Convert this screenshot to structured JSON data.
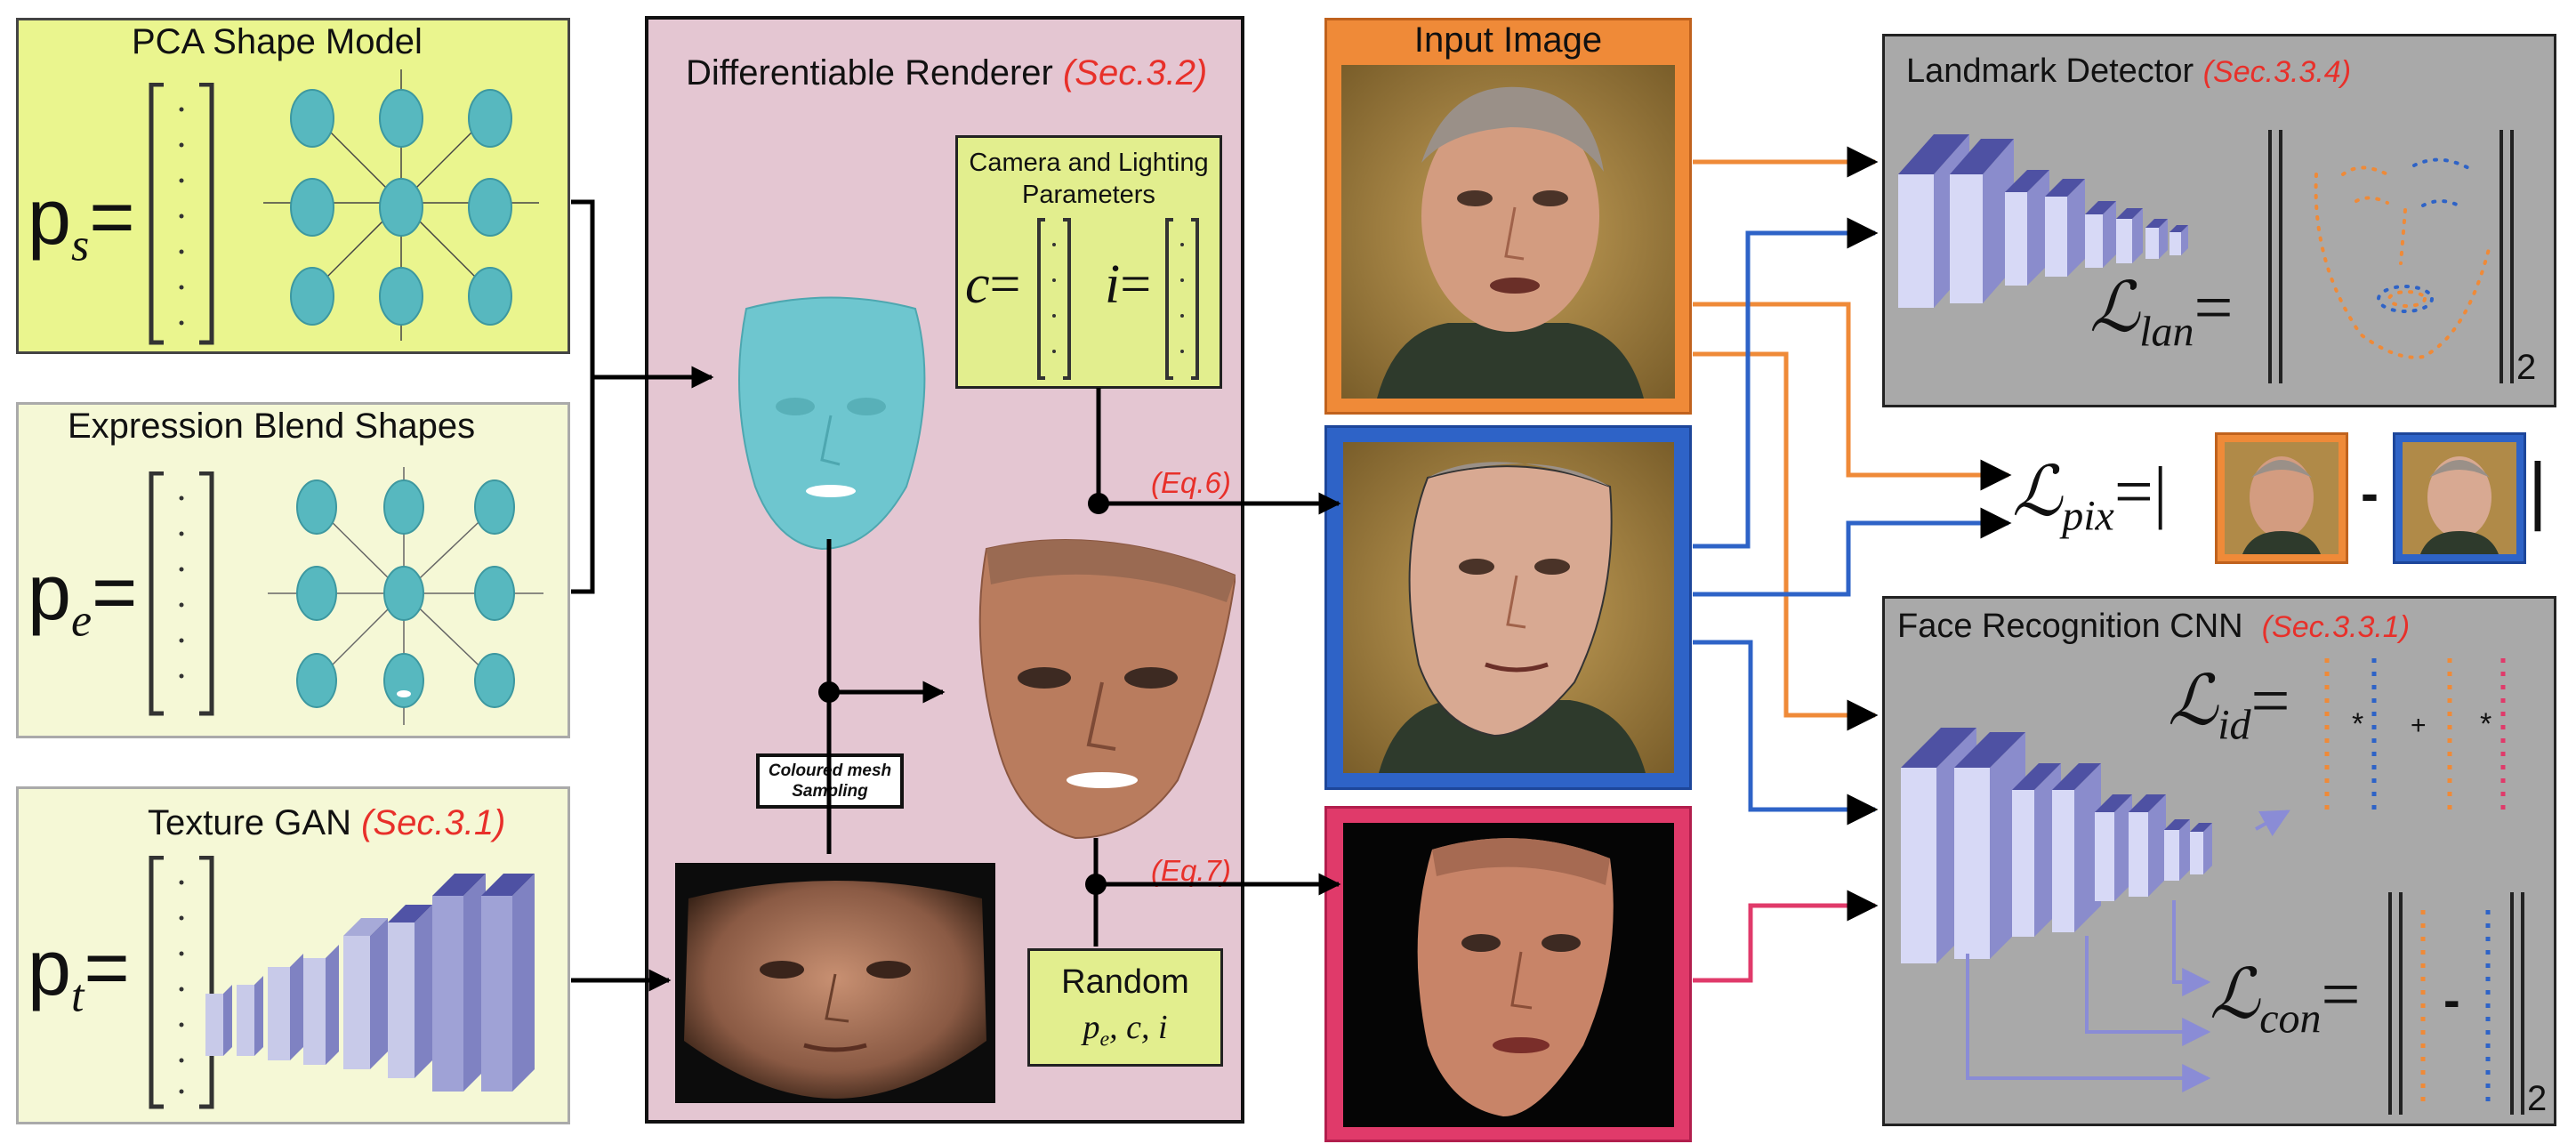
{
  "pca_panel": {
    "title": "PCA Shape Model",
    "param": "p",
    "sub": "s",
    "eq": "="
  },
  "expr_panel": {
    "title": "Expression Blend Shapes",
    "param": "p",
    "sub": "e",
    "eq": "="
  },
  "tex_panel": {
    "title": "Texture GAN",
    "ref": "(Sec.3.1)",
    "param": "p",
    "sub": "t",
    "eq": "="
  },
  "renderer": {
    "title": "Differentiable Renderer",
    "ref": "(Sec.3.2)",
    "cam_box": {
      "line1": "Camera and Lighting",
      "line2": "Parameters",
      "c": "c",
      "i": "i",
      "eq": "="
    },
    "sampling": {
      "line1": "Coloured mesh",
      "line2": "Sampling"
    },
    "random": {
      "title": "Random",
      "pe": "p",
      "pe_sub": "e",
      "rest": ", c, i"
    },
    "eq6": "(Eq.6)",
    "eq7": "(Eq.7)"
  },
  "input_image": {
    "title": "Input Image"
  },
  "landmark": {
    "title": "Landmark Detector",
    "ref": "(Sec.3.3.4)",
    "loss": "ℒ",
    "loss_sub": "lan",
    "eq": "=",
    "norm_sub": "2"
  },
  "pix_loss": {
    "loss": "ℒ",
    "loss_sub": "pix",
    "eq": "=",
    "bar": "|",
    "minus": "-"
  },
  "facerec": {
    "title": "Face Recognition CNN",
    "ref": "(Sec.3.3.1)",
    "id_loss": "ℒ",
    "id_sub": "id",
    "eq": "=",
    "star": "*",
    "plus": "+",
    "con_loss": "ℒ",
    "con_sub": "con",
    "minus": "-",
    "norm_sub": "2"
  },
  "colors": {
    "pca_bg": "#eaf58e",
    "expr_bg": "#f5f8d6",
    "renderer_bg": "#e4c6d2",
    "cam_bg": "#e2ee8e",
    "orange": "#ef8a38",
    "blue": "#2e63c7",
    "pink": "#e03a6a",
    "gray": "#a9a9a9",
    "ref_red": "#e8302a",
    "face_teal": "#57b8bf",
    "cnn_front": "#d7d9f6",
    "cnn_side": "#8a8ccc",
    "cnn_top": "#4e51a3"
  }
}
